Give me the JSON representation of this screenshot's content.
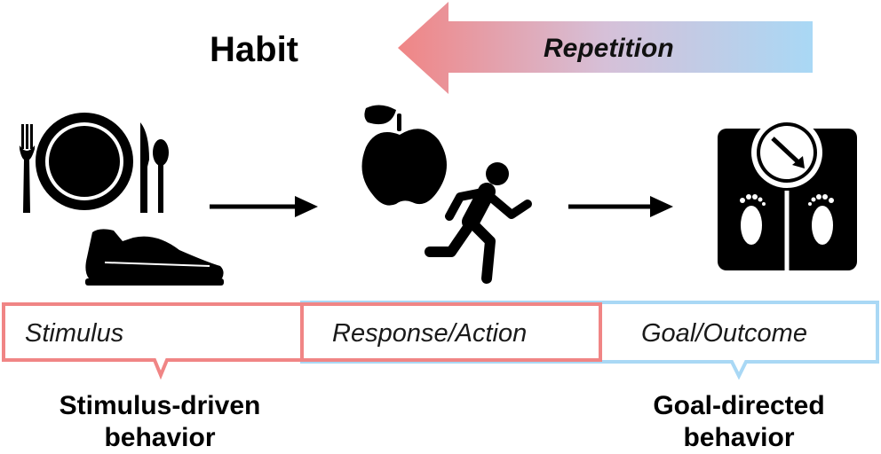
{
  "diagram": {
    "title": "Habit",
    "repetition": "Repetition",
    "boxes": {
      "stimulus": "Stimulus",
      "response": "Response/Action",
      "goal": "Goal/Outcome"
    },
    "behaviors": {
      "stimulus_driven": [
        "Stimulus-driven",
        "behavior"
      ],
      "goal_directed": [
        "Goal-directed",
        "behavior"
      ]
    }
  },
  "colors": {
    "stimulus_red": "#f08585",
    "goal_blue": "#a9d8f5",
    "icon_black": "#000000"
  },
  "icons": [
    "plate-cutlery-icon",
    "sneaker-icon",
    "apple-icon",
    "runner-icon",
    "scale-icon",
    "arrow-right-icon"
  ]
}
